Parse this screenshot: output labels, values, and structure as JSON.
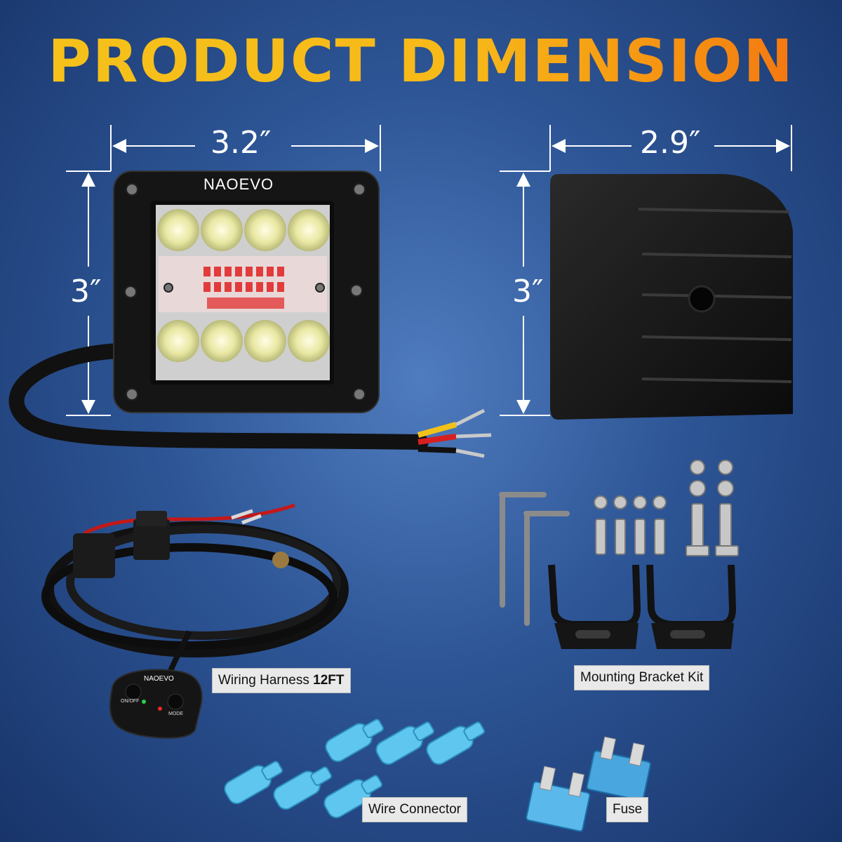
{
  "title": "PRODUCT DIMENSION",
  "brand": "NAOEVO",
  "dimensions": {
    "front_width": "3.2″",
    "front_height": "3″",
    "side_width": "2.9″",
    "side_height": "3″"
  },
  "labels": {
    "wiring_harness": "Wiring Harness ",
    "wiring_harness_bold": "12FT",
    "mounting_bracket": "Mounting Bracket Kit",
    "wire_connector": "Wire Connector",
    "fuse": "Fuse"
  },
  "switch": {
    "brand": "NAOEVO",
    "on_off": "ON/OFF",
    "mode": "MODE"
  },
  "colors": {
    "title_start": "#f6c21b",
    "title_end": "#f26d10",
    "connector_blue": "#5fc6ef",
    "fuse_blue": "#4aa6df",
    "red_led": "#e23b3b"
  }
}
